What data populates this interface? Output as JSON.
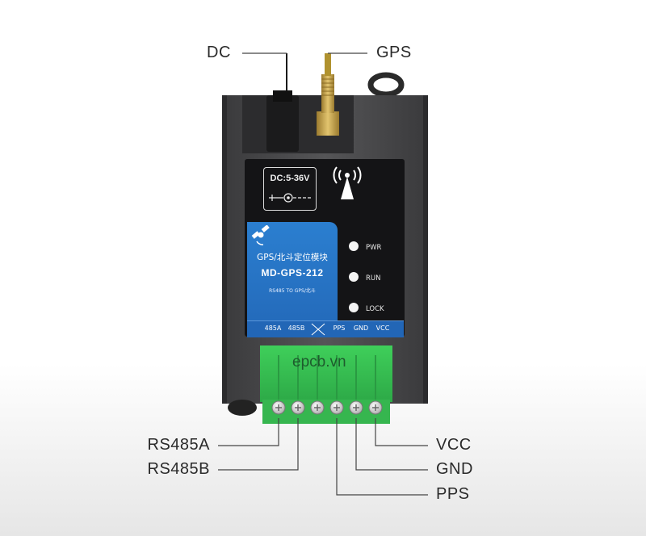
{
  "callouts": {
    "dc": "DC",
    "gps": "GPS",
    "rs485a": "RS485A",
    "rs485b": "RS485B",
    "vcc": "VCC",
    "gnd": "GND",
    "pps": "PPS"
  },
  "device": {
    "dc_rating": "DC:5-36V",
    "title_cn": "GPS/北斗定位模块",
    "model": "MD-GPS-212",
    "subtitle": "RS485 TO GPS/北斗",
    "leds": [
      "PWR",
      "RUN",
      "LOCK"
    ],
    "pins": [
      "485A",
      "485B",
      "PPS",
      "GND",
      "VCC"
    ],
    "watermark": "epcb.vn"
  },
  "colors": {
    "body": "#4a4a4c",
    "panel_blue": "#2368b8",
    "terminal_green": "#3dbb52",
    "brass": "#c8a24a"
  },
  "icons": [
    "satellite-icon",
    "antenna-signal-icon",
    "dc-polarity-icon"
  ]
}
